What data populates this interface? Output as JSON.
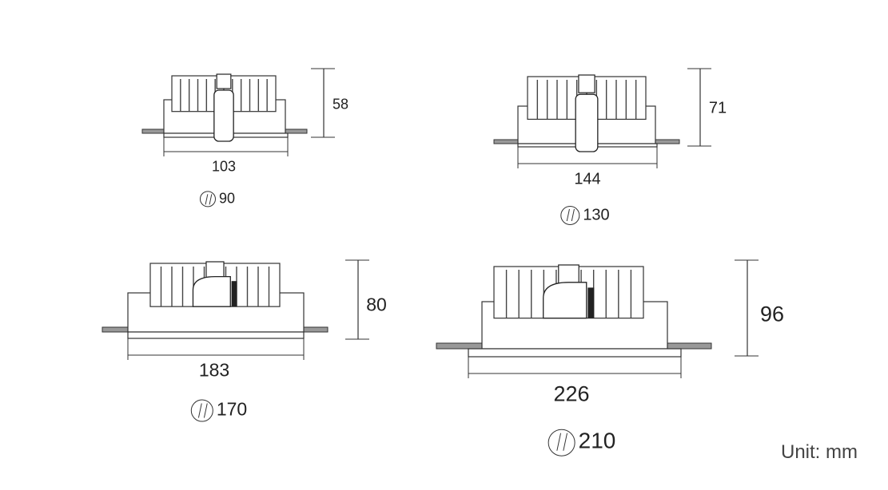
{
  "unit_label": "Unit: mm",
  "figures": [
    {
      "width": "103",
      "height": "58",
      "cutout": "90",
      "cutout_icon": "cutout-diameter-icon"
    },
    {
      "width": "144",
      "height": "71",
      "cutout": "130",
      "cutout_icon": "cutout-diameter-icon"
    },
    {
      "width": "183",
      "height": "80",
      "cutout": "170",
      "cutout_icon": "cutout-diameter-icon"
    },
    {
      "width": "226",
      "height": "96",
      "cutout": "210",
      "cutout_icon": "cutout-diameter-icon"
    }
  ]
}
